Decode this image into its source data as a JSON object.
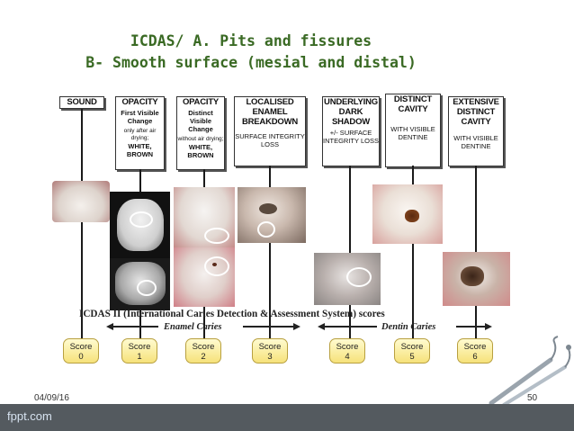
{
  "title": {
    "line1": "ICDAS/ A. Pits and fissures",
    "line2": "B- Smooth surface (mesial and distal)"
  },
  "boxes": [
    {
      "head": "SOUND",
      "sub": "",
      "note": "",
      "bold": ""
    },
    {
      "head": "OPACITY",
      "sub": "First Visible Change",
      "note": "only after air drying;",
      "bold": "WHITE, BROWN"
    },
    {
      "head": "OPACITY",
      "sub": "Distinct Visible Change",
      "note": "without air drying;",
      "bold": "WHITE, BROWN"
    },
    {
      "head": "LOCALISED ENAMEL BREAKDOWN",
      "sub": "SURFACE INTEGRITY LOSS",
      "note": "",
      "bold": ""
    },
    {
      "head": "UNDERLYING DARK SHADOW",
      "sub": "+/- SURFACE INTEGRITY LOSS",
      "note": "",
      "bold": ""
    },
    {
      "head": "DISTINCT CAVITY",
      "sub": "WITH VISIBLE DENTINE",
      "note": "",
      "bold": ""
    },
    {
      "head": "EXTENSIVE DISTINCT CAVITY",
      "sub": "WITH VISIBLE DENTINE",
      "note": "",
      "bold": ""
    }
  ],
  "caption": "ICDAS II (International Caries Detection & Assessment System) scores",
  "enamel_label": "Enamel Caries",
  "dentin_label": "Dentin Caries",
  "scores": [
    {
      "label": "Score",
      "value": "0"
    },
    {
      "label": "Score",
      "value": "1"
    },
    {
      "label": "Score",
      "value": "2"
    },
    {
      "label": "Score",
      "value": "3"
    },
    {
      "label": "Score",
      "value": "4"
    },
    {
      "label": "Score",
      "value": "5"
    },
    {
      "label": "Score",
      "value": "6"
    }
  ],
  "footer": {
    "date": "04/09/16",
    "page": "50",
    "brand": "fppt.com"
  },
  "colors": {
    "title": "#3a6a24",
    "score_fill": "#f6e27a",
    "footer_bar": "#545a5f"
  }
}
